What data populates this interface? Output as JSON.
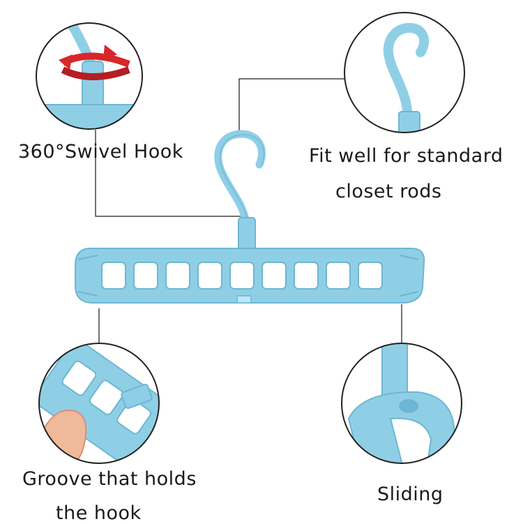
{
  "colors": {
    "hanger": "#8fcfe6",
    "hanger_shade": "#6db6d3",
    "hanger_light": "#bfe6f4",
    "outline": "#222222",
    "connector": "#444444",
    "arrow": "#d8262b",
    "skin": "#f0b99a"
  },
  "callouts": [
    {
      "id": "swivel",
      "lines": [
        "360°Swivel Hook"
      ]
    },
    {
      "id": "fit",
      "lines": [
        "Fit well for standard",
        "closet rods"
      ]
    },
    {
      "id": "groove",
      "lines": [
        "Groove that holds",
        "the hook"
      ]
    },
    {
      "id": "sliding",
      "lines": [
        "Sliding"
      ]
    }
  ]
}
